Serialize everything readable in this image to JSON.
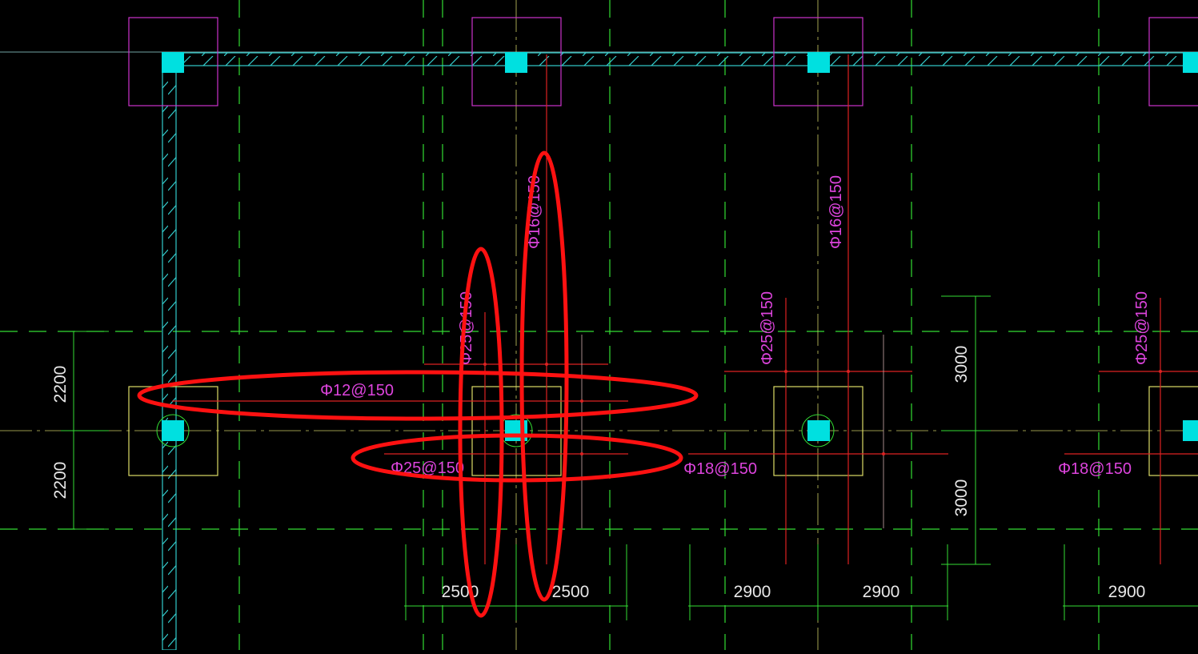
{
  "colors": {
    "background": "#000000",
    "grid_green": "#33dd33",
    "magenta": "#cc33cc",
    "label_magenta": "#dd44dd",
    "rebar_red": "#dd2222",
    "axis_yellow": "#dddd66",
    "dim_white": "#e8e8e8",
    "column_cyan": "#00e0e0",
    "wall_cyan": "#33cccc",
    "highlight_red": "#ff1111"
  },
  "labels": {
    "rebar_12_150": "Φ12@150",
    "rebar_25_150_a": "Φ25@150",
    "rebar_16_150_a": "Φ16@150",
    "rebar_16_150_b": "Φ16@150",
    "rebar_25_150_b": "Φ25@150",
    "rebar_25_150_c": "Φ25@150",
    "rebar_25_150_d": "Φ25@150",
    "rebar_18_150_a": "Φ18@150",
    "rebar_18_150_b": "Φ18@150"
  },
  "dimensions": {
    "left_upper": "2200",
    "left_lower": "2200",
    "right_upper": "3000",
    "right_lower": "3000",
    "bottom_a": "2500",
    "bottom_b": "2500",
    "bottom_c": "2900",
    "bottom_d": "2900",
    "bottom_e": "2900"
  }
}
